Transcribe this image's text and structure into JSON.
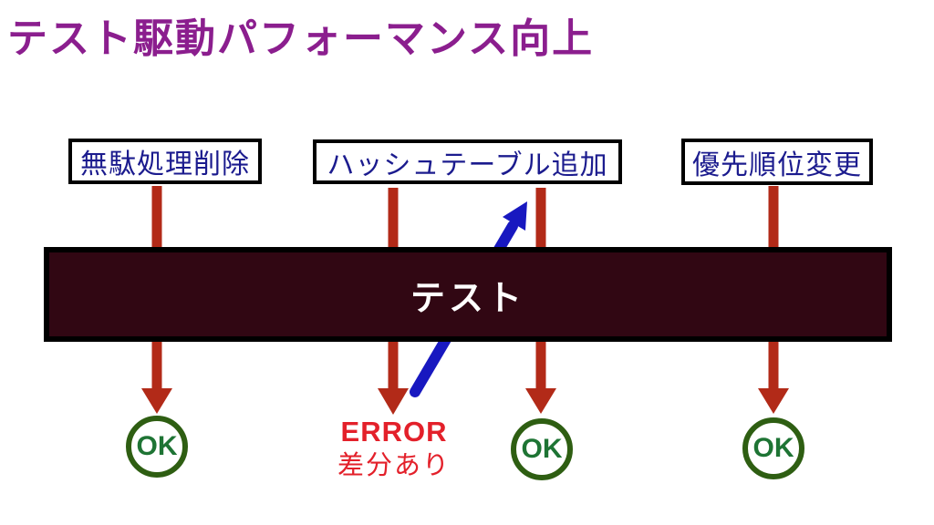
{
  "title": "テスト駆動パフォーマンス向上",
  "step_boxes": [
    {
      "label": "無駄処理削除"
    },
    {
      "label": "ハッシュテーブル追加"
    },
    {
      "label": "優先順位変更"
    }
  ],
  "test_bar": {
    "label": "テスト"
  },
  "results": {
    "ok1": "OK",
    "error": {
      "status": "ERROR",
      "detail": "差分あり"
    },
    "ok2": "OK",
    "ok3": "OK"
  },
  "icons": {
    "red_arrows": "downward-arrow",
    "blue_arrow": "retry-up-arrow"
  },
  "colors": {
    "title": "#8B1E8E",
    "box_border": "#000000",
    "box_text": "#1B1B8E",
    "bar_fill": "#310713",
    "bar_border": "#000000",
    "bar_text": "#FFFFFF",
    "red_arrow": "#B22A18",
    "blue_arrow": "#1818C0",
    "error_text": "#E3202A",
    "ok_ring": "#2E5E12",
    "ok_text": "#1E7434",
    "background": "#FFFFFF"
  }
}
